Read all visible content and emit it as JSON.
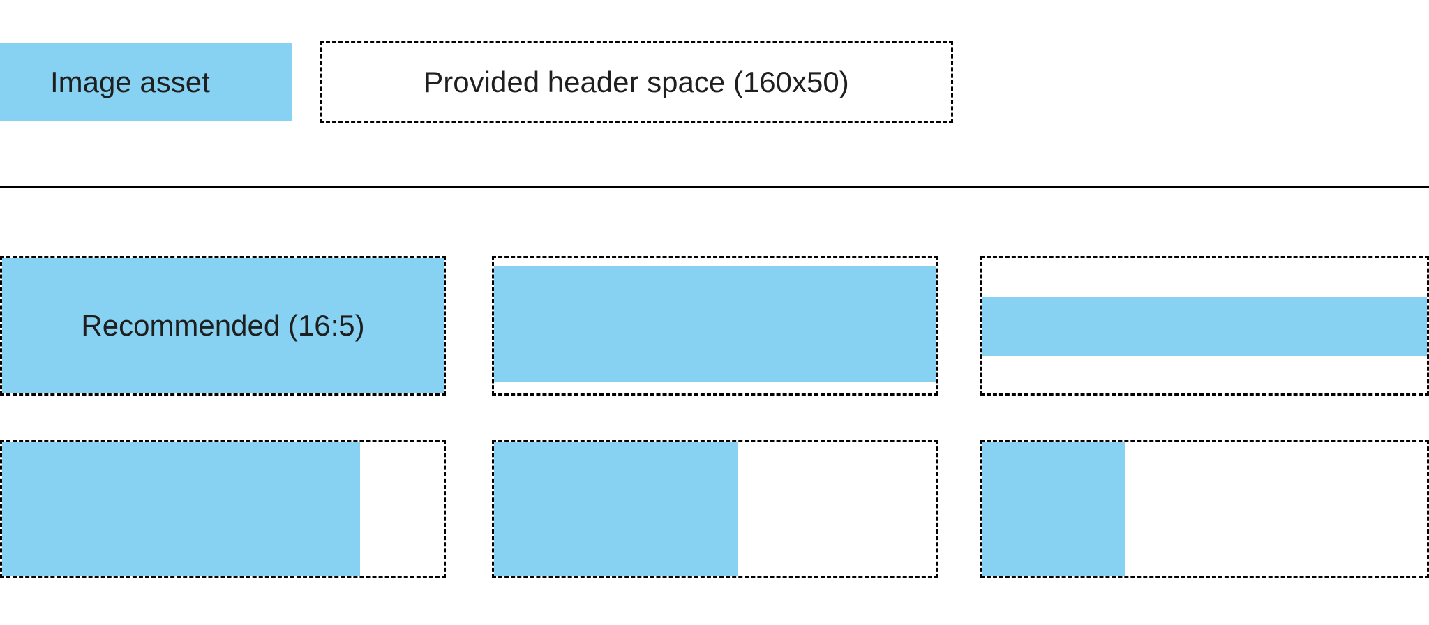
{
  "colors": {
    "asset_fill": "#87D2F2",
    "border": "#000000",
    "text": "#1F1F1F",
    "background": "#FFFFFF"
  },
  "legend": {
    "image_asset": {
      "label": "Image asset"
    },
    "header_space": {
      "label": "Provided header space (160x50)"
    }
  },
  "examples": {
    "recommended": {
      "label": "Recommended (16:5)"
    }
  }
}
